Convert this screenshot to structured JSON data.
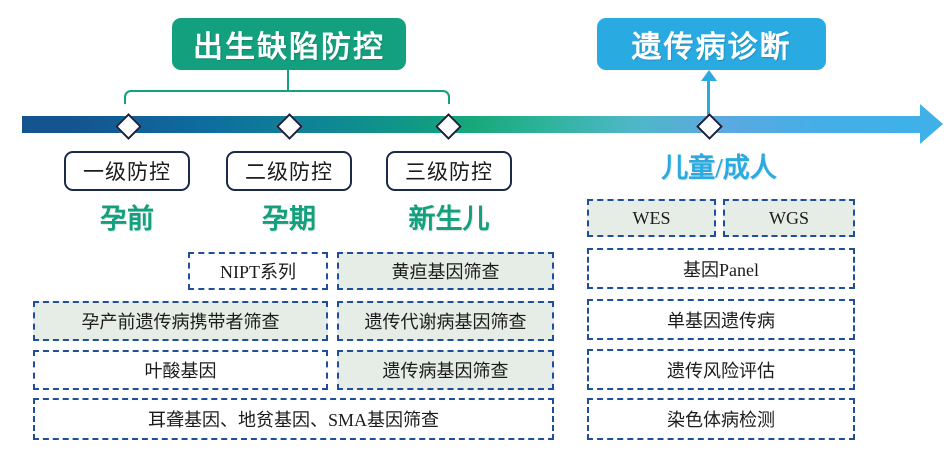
{
  "banners": {
    "green": "出生缺陷防控",
    "blue": "遗传病诊断"
  },
  "timeline": {
    "levels": [
      {
        "label": "一级防控"
      },
      {
        "label": "二级防控"
      },
      {
        "label": "三级防控"
      }
    ],
    "stages": [
      {
        "label": "孕前"
      },
      {
        "label": "孕期"
      },
      {
        "label": "新生儿"
      }
    ],
    "right_stage": "儿童/成人"
  },
  "items": {
    "prenatal": [
      {
        "label": "NIPT系列",
        "shaded": false
      },
      {
        "label": "孕产前遗传病携带者筛查",
        "shaded": true
      },
      {
        "label": "叶酸基因",
        "shaded": false
      },
      {
        "label": "耳聋基因、地贫基因、SMA基因筛查",
        "shaded": false
      }
    ],
    "newborn": [
      {
        "label": "黄疸基因筛查",
        "shaded": true
      },
      {
        "label": "遗传代谢病基因筛查",
        "shaded": true
      },
      {
        "label": "遗传病基因筛查",
        "shaded": true
      }
    ],
    "children_adults": [
      {
        "label": "WES",
        "shaded": true
      },
      {
        "label": "WGS",
        "shaded": true
      },
      {
        "label": "基因Panel",
        "shaded": false
      },
      {
        "label": "单基因遗传病",
        "shaded": false
      },
      {
        "label": "遗传风险评估",
        "shaded": false
      },
      {
        "label": "染色体病检测",
        "shaded": false
      }
    ]
  },
  "colors": {
    "green": "#12A07E",
    "blue": "#29ABE2",
    "axis_start": "#14558F",
    "axis_end": "#3FB0E8",
    "chip_border": "#1F4E9B",
    "chip_shaded_fill": "#E6EDE7",
    "level_border": "#1B2A49"
  }
}
